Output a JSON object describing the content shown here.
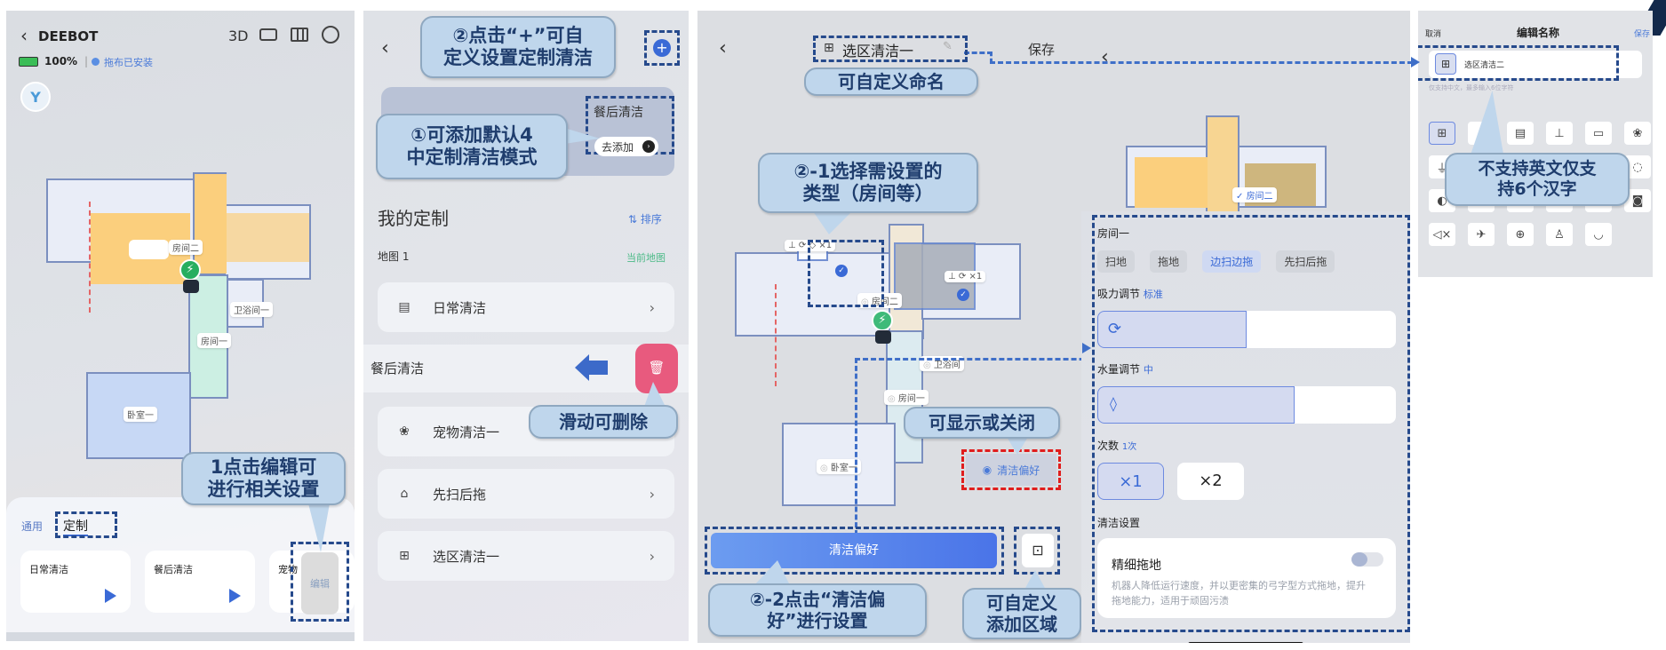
{
  "panel1": {
    "back_icon": "‹",
    "title": "DEEBOT",
    "header_3d": "3D",
    "battery": "100%",
    "mop_status": "拖布已安装",
    "rooms": [
      "房间二",
      "卫浴间一",
      "房间一",
      "卧室一"
    ],
    "tabs": [
      "通用",
      "定制"
    ],
    "active_tab": "定制",
    "cards": [
      {
        "label": "日常清洁"
      },
      {
        "label": "餐后清洁"
      },
      {
        "label": "宠物"
      }
    ],
    "edit_label": "编辑",
    "callout": "1点击编辑可\n进行相关设置"
  },
  "panel2": {
    "back_icon": "‹",
    "callout_add": "②点击“+”可自\n定义设置定制清洁",
    "callout_default": "①可添加默认4\n中定制清洁模式",
    "banner_title": "餐后清洁",
    "banner_button": "去添加",
    "section_title": "我的定制",
    "sort_label": "排序",
    "map_label": "地图 1",
    "current_map": "当前地图",
    "items": [
      {
        "label": "日常清洁",
        "icon": "daily-clean-icon"
      },
      {
        "label": "餐后清洁",
        "icon": "none"
      },
      {
        "label": "宠物清洁一",
        "icon": "paw-icon"
      },
      {
        "label": "先扫后拖",
        "icon": "sweep-mop-icon"
      },
      {
        "label": "选区清洁一",
        "icon": "area-icon"
      }
    ],
    "callout_delete": "滑动可删除"
  },
  "panel3": {
    "title": "选区清洁一",
    "save_label": "保存",
    "callout_name": "可自定义命名",
    "callout_type": "②-1选择需设置的\n类型（房间等）",
    "rooms": [
      "房间二",
      "卫浴间",
      "房间一",
      "卧室一"
    ],
    "badge_a": "×1",
    "badge_b": "×1",
    "callout_toggle": "可显示或关闭",
    "pref_toggle_label": "清洁偏好",
    "pref_button": "清洁偏好",
    "callout_pref": "②-2点击“清洁偏\n好”进行设置",
    "callout_area": "可自定义\n添加区域"
  },
  "panel4": {
    "map_room_tag": "房间二",
    "room_name": "房间一",
    "modes": [
      "扫地",
      "拖地",
      "边扫边拖",
      "先扫后拖"
    ],
    "selected_mode": "边扫边拖",
    "suction_label": "吸力调节",
    "suction_value": "标准",
    "suction_level": 0.5,
    "water_label": "水量调节",
    "water_value": "中",
    "water_level": 0.66,
    "count_label": "次数",
    "count_value": "1次",
    "count_options": [
      "×1",
      "×2"
    ],
    "settings_label": "清洁设置",
    "fine_mop_title": "精细拖地",
    "fine_mop_enabled": false,
    "fine_mop_desc": "机器人降低运行速度，并以更密集的弓字型方式拖地，提升拖地能力，适用于顽固污渍"
  },
  "panel5": {
    "cancel_label": "取消",
    "title": "编辑名称",
    "save_label": "保存",
    "name_value": "选区清洁二",
    "hint": "仅支持中文，最多输入6位字符",
    "callout": "不支持英文仅支\n持6个汉字",
    "icons": [
      "area-icon",
      "home-icon",
      "kitchen-icon",
      "broom-icon",
      "bed-icon",
      "paw-icon",
      "sweep-mop-icon",
      "",
      "",
      "",
      "",
      "rug-icon",
      "dog-icon",
      "",
      "",
      "",
      "",
      "washer-icon",
      "mute-icon",
      "airplane-icon",
      "gamepad-icon",
      "people-icon",
      "bathtub-icon"
    ]
  },
  "colors": {
    "accent": "#3a6ad6",
    "callout_bg": "#bfd6ec",
    "callout_text": "#1f3d6d",
    "dash": "#264a8c",
    "red_dash": "#e01d1d",
    "delete": "#e85a7e",
    "green": "#27ae60"
  }
}
